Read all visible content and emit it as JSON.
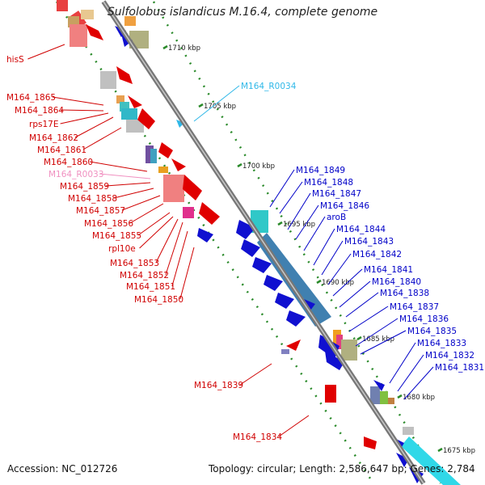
{
  "title": "Sulfolobus islandicus M.16.4, complete genome",
  "footer": {
    "accession": "Accession: NC_012726",
    "topology": "Topology: circular; Length: 2,586,647 bp; Genes: 2,784"
  },
  "scale_ticks": [
    "1710 kbp",
    "1705 kbp",
    "1700 kbp",
    "1695 kbp",
    "1690 kbp",
    "1685 kbp",
    "1680 kbp",
    "1675 kbp"
  ],
  "left_labels": [
    {
      "text": "hisS",
      "color": "#d00000"
    },
    {
      "text": "M164_1865",
      "color": "#d00000"
    },
    {
      "text": "M164_1864",
      "color": "#d00000"
    },
    {
      "text": "rps17E",
      "color": "#d00000"
    },
    {
      "text": "M164_1862",
      "color": "#d00000"
    },
    {
      "text": "M164_1861",
      "color": "#d00000"
    },
    {
      "text": "M164_1860",
      "color": "#d00000"
    },
    {
      "text": "M164_R0033",
      "color": "#f090c0"
    },
    {
      "text": "M164_1859",
      "color": "#d00000"
    },
    {
      "text": "M164_1858",
      "color": "#d00000"
    },
    {
      "text": "M164_1857",
      "color": "#d00000"
    },
    {
      "text": "M164_1856",
      "color": "#d00000"
    },
    {
      "text": "M164_1855",
      "color": "#d00000"
    },
    {
      "text": "rpl10e",
      "color": "#d00000"
    },
    {
      "text": "M164_1853",
      "color": "#d00000"
    },
    {
      "text": "M164_1852",
      "color": "#d00000"
    },
    {
      "text": "M164_1851",
      "color": "#d00000"
    },
    {
      "text": "M164_1850",
      "color": "#d00000"
    },
    {
      "text": "M164_1839",
      "color": "#d00000"
    },
    {
      "text": "M164_1834",
      "color": "#d00000"
    }
  ],
  "right_labels": [
    {
      "text": "M164_R0034",
      "color": "#30b8e8"
    },
    {
      "text": "M164_1849",
      "color": "#0000c8"
    },
    {
      "text": "M164_1848",
      "color": "#0000c8"
    },
    {
      "text": "M164_1847",
      "color": "#0000c8"
    },
    {
      "text": "M164_1846",
      "color": "#0000c8"
    },
    {
      "text": "aroB",
      "color": "#0000c8"
    },
    {
      "text": "M164_1844",
      "color": "#0000c8"
    },
    {
      "text": "M164_1843",
      "color": "#0000c8"
    },
    {
      "text": "M164_1842",
      "color": "#0000c8"
    },
    {
      "text": "M164_1841",
      "color": "#0000c8"
    },
    {
      "text": "M164_1840",
      "color": "#0000c8"
    },
    {
      "text": "M164_1838",
      "color": "#0000c8"
    },
    {
      "text": "M164_1837",
      "color": "#0000c8"
    },
    {
      "text": "M164_1836",
      "color": "#0000c8"
    },
    {
      "text": "M164_1835",
      "color": "#0000c8"
    },
    {
      "text": "M164_1833",
      "color": "#0000c8"
    },
    {
      "text": "M164_1832",
      "color": "#0000c8"
    },
    {
      "text": "M164_1831",
      "color": "#0000c8"
    }
  ]
}
